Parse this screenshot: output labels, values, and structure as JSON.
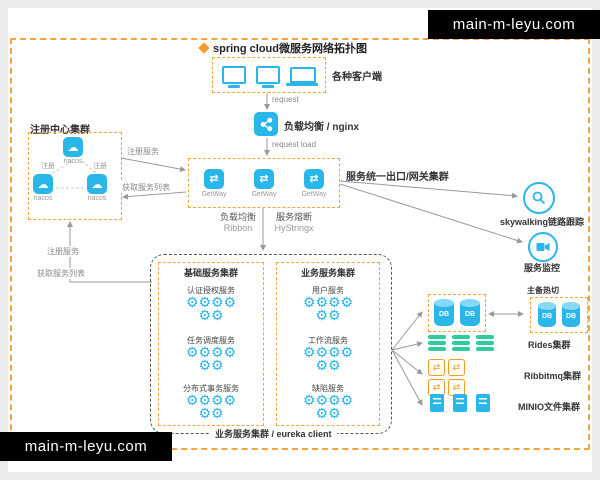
{
  "watermark": "main-m-leyu.com",
  "title": "spring cloud微服务网络拓扑图",
  "clients_label": "各种客户端",
  "flow": {
    "request": "request",
    "request_load": "request load",
    "nginx_label": "负载均衡 / nginx",
    "gateway_cluster_label": "服务统一出口/网关集群",
    "gateway_node_label": "GetWay",
    "lb_title": "负载均衡",
    "lb_sub": "Ribbon",
    "breaker_title": "服务熔断",
    "breaker_sub": "HyStringx"
  },
  "registry": {
    "title": "注册中心集群",
    "node": "nacos",
    "edge": "注册",
    "to_gateway": "注册服务",
    "from_gateway": "获取服务列表",
    "down_register": "注册服务",
    "down_fetch": "获取服务列表"
  },
  "clusters": {
    "outer_label": "业务服务集群 / eureka client",
    "base": {
      "title": "基础服务集群",
      "services": [
        "认证授权服务",
        "任务调度服务",
        "分布式事务服务"
      ]
    },
    "business": {
      "title": "业务服务集群",
      "services": [
        "用户服务",
        "工作流服务",
        "缺陷服务"
      ]
    }
  },
  "right": {
    "skywalking": "skywalking链路跟踪",
    "monitor": "服务监控",
    "db_switch": "主备热切",
    "db": "DB",
    "redis": "Rides集群",
    "rabbitmq": "Ribbitmq集群",
    "minio": "MINIO文件集群"
  },
  "icons": {
    "gear_cluster": "⚙⚙⚙⚙⚙⚙",
    "cloud": "☁",
    "gateway_glyph": "⇄",
    "mq_glyph": "⇄"
  },
  "colors": {
    "accent_orange": "#f5a33c",
    "icon_blue": "#29b6e8",
    "redis_green": "#2ecc9a",
    "mq_orange": "#f59a23",
    "line_gray": "#999999"
  }
}
